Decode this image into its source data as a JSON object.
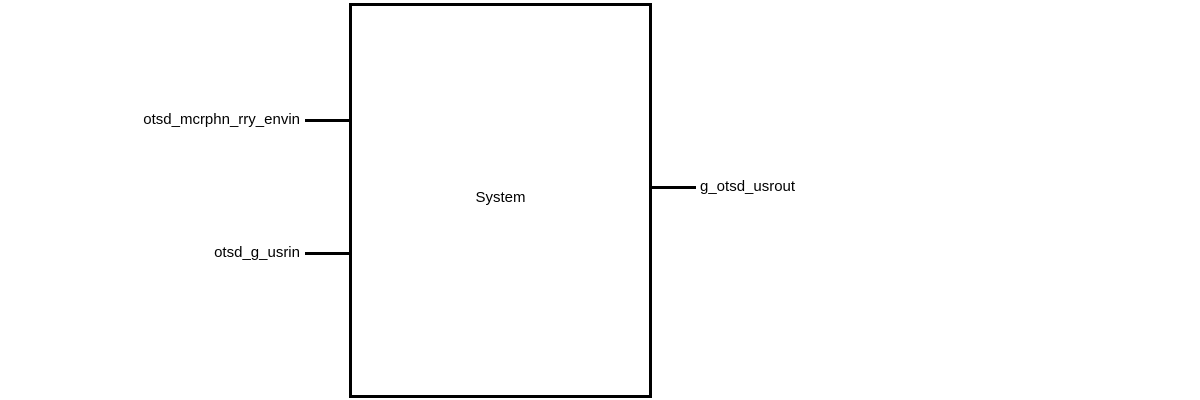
{
  "diagram": {
    "block": {
      "label": "System"
    },
    "inputs": [
      {
        "label": "otsd_mcrphn_rry_envin"
      },
      {
        "label": "otsd_g_usrin"
      }
    ],
    "outputs": [
      {
        "label": "g_otsd_usrout"
      }
    ]
  }
}
